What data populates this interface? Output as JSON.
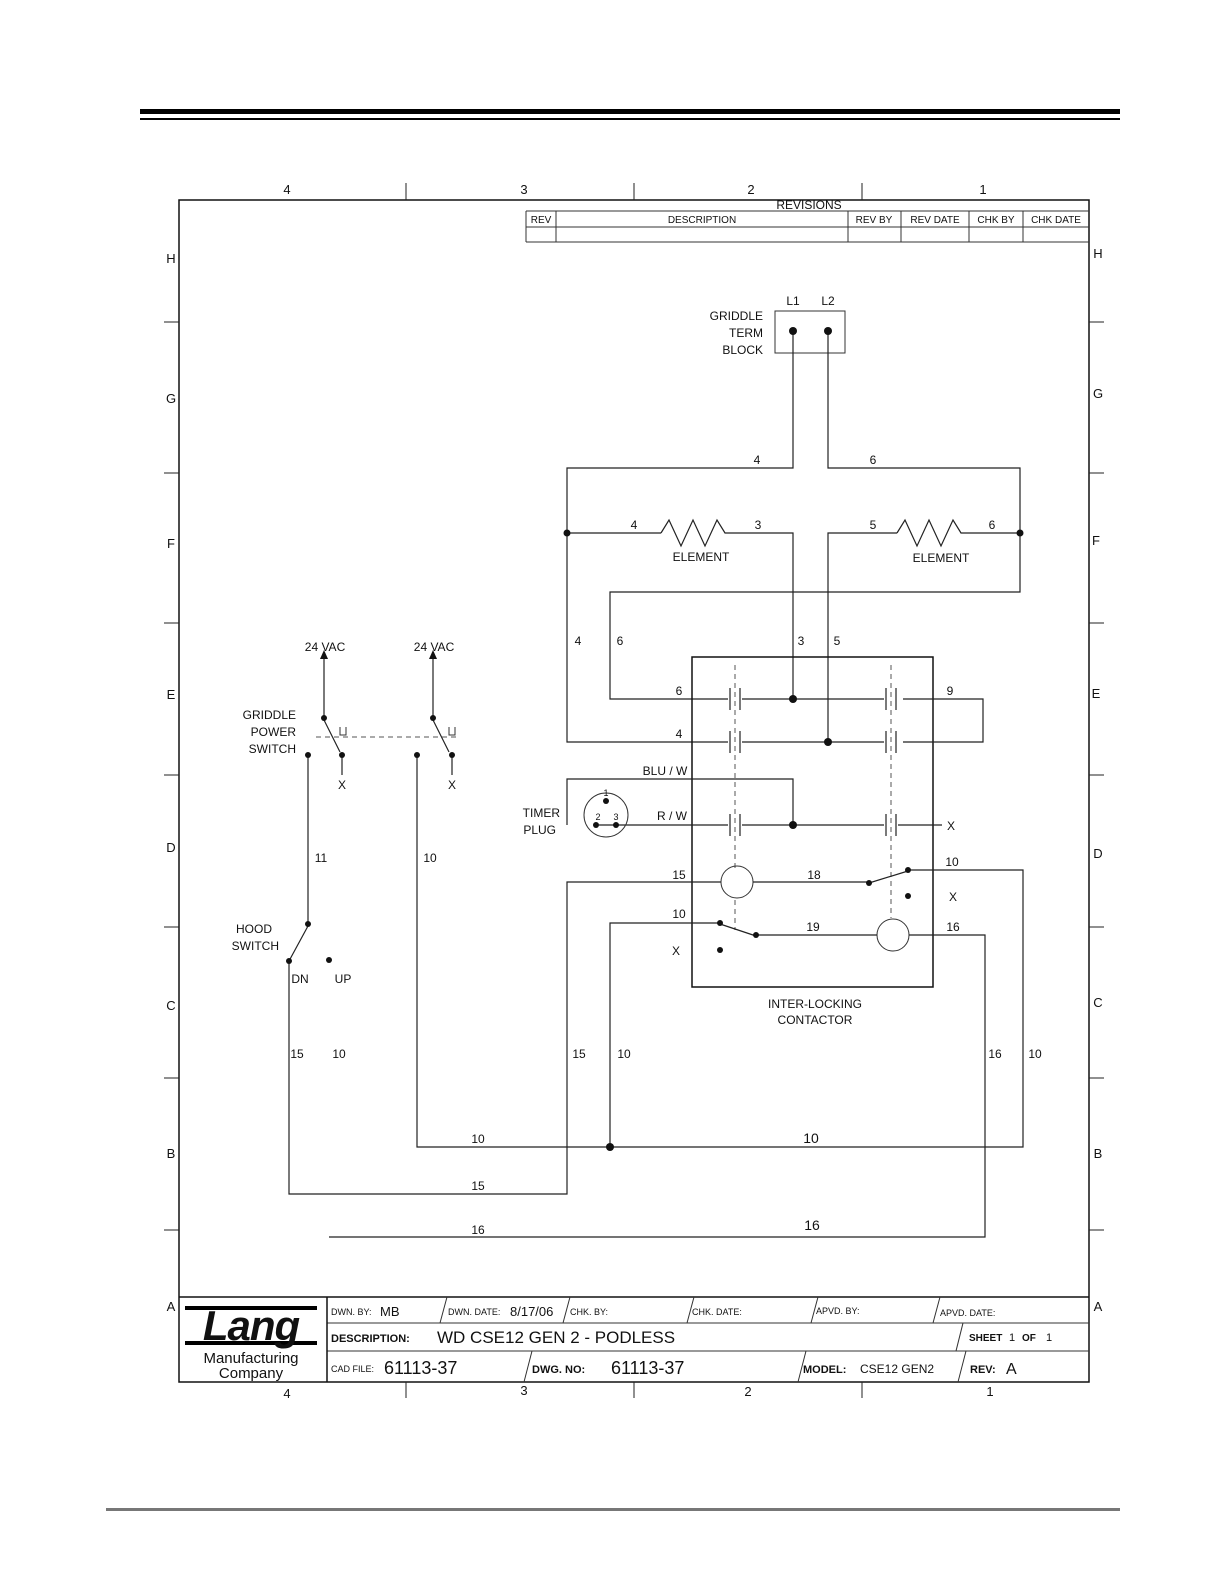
{
  "zones": {
    "columns": [
      "4",
      "3",
      "2",
      "1"
    ],
    "rows": [
      "H",
      "G",
      "F",
      "E",
      "D",
      "C",
      "B",
      "A"
    ]
  },
  "revisions": {
    "title": "REVISIONS",
    "headers": [
      "REV",
      "DESCRIPTION",
      "REV BY",
      "REV DATE",
      "CHK BY",
      "CHK DATE"
    ]
  },
  "components": {
    "term_block": {
      "label": [
        "GRIDDLE",
        "TERM",
        "BLOCK"
      ],
      "terminals": [
        "L1",
        "L2"
      ]
    },
    "element_left": "ELEMENT",
    "element_right": "ELEMENT",
    "supply_left": "24 VAC",
    "supply_right": "24 VAC",
    "power_switch": [
      "GRIDDLE",
      "POWER",
      "SWITCH"
    ],
    "hood_switch": [
      "HOOD",
      "SWITCH"
    ],
    "hood_positions": [
      "DN",
      "UP"
    ],
    "timer_plug": {
      "label": [
        "TIMER",
        "PLUG"
      ],
      "pins": [
        "1",
        "2",
        "3"
      ]
    },
    "contactor": [
      "INTER-LOCKING",
      "CONTACTOR"
    ],
    "x_mark": "X"
  },
  "wires": {
    "w4": "4",
    "w6": "6",
    "w3": "3",
    "w5": "5",
    "w9": "9",
    "w10": "10",
    "w11": "11",
    "w15": "15",
    "w16": "16",
    "w18": "18",
    "w19": "19",
    "blu_w": "BLU / W",
    "r_w": "R / W"
  },
  "title_block": {
    "logo": "Lang",
    "company": [
      "Manufacturing",
      "Company"
    ],
    "dwn_by_label": "DWN. BY:",
    "dwn_by": "MB",
    "dwn_date_label": "DWN. DATE:",
    "dwn_date": "8/17/06",
    "chk_by_label": "CHK. BY:",
    "chk_date_label": "CHK. DATE:",
    "apvd_by_label": "APVD. BY:",
    "apvd_date_label": "APVD. DATE:",
    "description_label": "DESCRIPTION:",
    "description": "WD CSE12 GEN 2 - PODLESS",
    "sheet_label": "SHEET",
    "sheet": "1",
    "of_label": "OF",
    "of": "1",
    "cad_file_label": "CAD FILE:",
    "cad_file": "61113-37",
    "dwg_no_label": "DWG. NO:",
    "dwg_no": "61113-37",
    "model_label": "MODEL:",
    "model": "CSE12 GEN2",
    "rev_label": "REV:",
    "rev": "A"
  }
}
